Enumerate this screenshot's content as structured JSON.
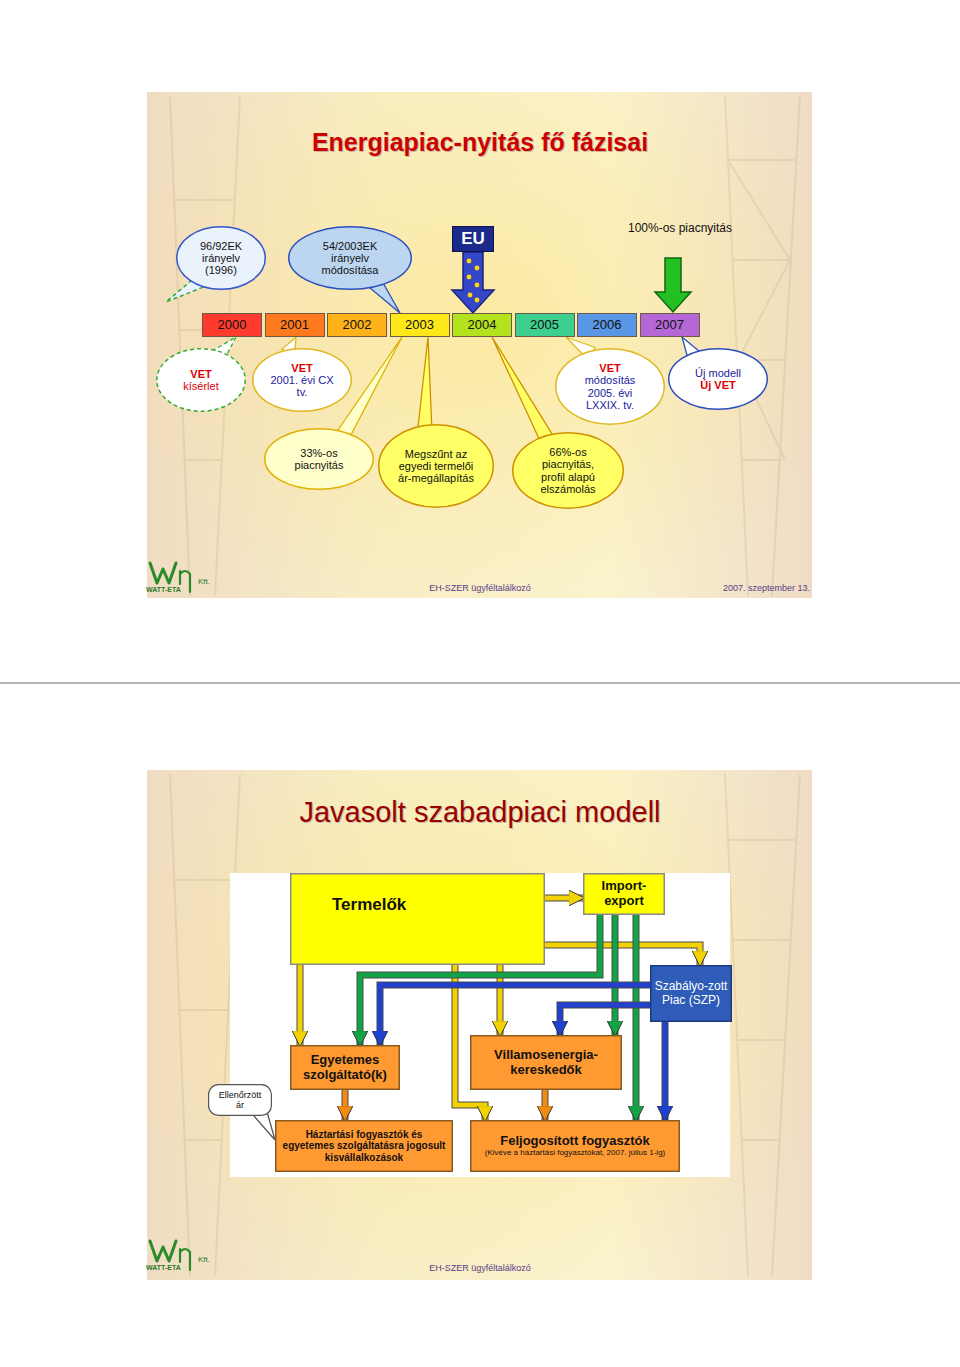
{
  "diagram": {
    "title": "Energiapiac-nyitás fő fázisai",
    "nodes": [
      {
        "text": [
          "96/92EK irányelv (1996)"
        ]
      },
      {
        "text": [
          "54/2003EK irányelv módosítása"
        ]
      },
      {
        "text": [
          "EU"
        ]
      },
      {
        "text": [
          "2000"
        ]
      },
      {
        "text": [
          "2001"
        ]
      },
      {
        "text": [
          "2002"
        ]
      },
      {
        "text": [
          "2003"
        ]
      },
      {
        "text": [
          "2004"
        ]
      },
      {
        "text": [
          "2005"
        ]
      },
      {
        "text": [
          "2006"
        ]
      },
      {
        "text": [
          "2007"
        ]
      },
      {
        "text": [
          "VET",
          "kísérlet"
        ]
      },
      {
        "text": [
          "VET",
          "2001. évi CX tv."
        ]
      },
      {
        "text": [
          "VET",
          "módosítás 2005. évi LXXIX. tv."
        ]
      },
      {
        "text": [
          "Új modell",
          "Új VET"
        ]
      },
      {
        "text": [
          "33%-os piacnyitás"
        ]
      },
      {
        "text": [
          "Megszűnt az egyedi termelői ár-megállapítás"
        ]
      },
      {
        "text": [
          "66%-os piacnyitás, profil alapú elszámolás"
        ]
      },
      {
        "text": [
          "Termelők"
        ]
      },
      {
        "text": [
          "Import-export"
        ]
      },
      {
        "text": [
          "Szabályo-zott Piac (SZP)"
        ]
      },
      {
        "text": [
          "Egyetemes szolgáltató(k)"
        ]
      },
      {
        "text": [
          "Villamosenergia-kereskedők"
        ]
      },
      {
        "text": [
          "Ellenőrzött ár"
        ]
      },
      {
        "text": [
          "Háztartási fogyasztók és egyetemes szolgáltatásra jogosult kisvállalkozások"
        ]
      },
      {
        "text": [
          "Feljogosított fogyasztók",
          "(Kivéve a háztartási fogyasztókat, 2007. július 1-ig)"
        ]
      }
    ],
    "edges": [
      {
        "from": 1,
        "to": 6,
        "arrow": "none"
      },
      {
        "from": 11,
        "to": 3,
        "arrow": "none"
      },
      {
        "from": 12,
        "to": 4,
        "arrow": "none"
      },
      {
        "from": 13,
        "to": 8,
        "arrow": "none"
      },
      {
        "from": 14,
        "to": 10,
        "arrow": "none"
      },
      {
        "from": 15,
        "to": 6,
        "arrow": "none"
      },
      {
        "from": 16,
        "to": 6,
        "arrow": "none"
      },
      {
        "from": 17,
        "to": 7,
        "arrow": "none"
      },
      {
        "from": 18,
        "to": 19,
        "arrow": "to"
      },
      {
        "from": 18,
        "to": 21,
        "arrow": "to"
      },
      {
        "from": 18,
        "to": 22,
        "arrow": "to"
      },
      {
        "from": 18,
        "to": 25,
        "arrow": "to"
      },
      {
        "from": 18,
        "to": 20,
        "arrow": "to"
      },
      {
        "from": 19,
        "to": 21,
        "arrow": "to"
      },
      {
        "from": 19,
        "to": 22,
        "arrow": "to"
      },
      {
        "from": 19,
        "to": 25,
        "arrow": "to"
      },
      {
        "from": 20,
        "to": 21,
        "arrow": "to"
      },
      {
        "from": 20,
        "to": 22,
        "arrow": "to"
      },
      {
        "from": 20,
        "to": 25,
        "arrow": "to"
      },
      {
        "from": 21,
        "to": 24,
        "arrow": "to"
      },
      {
        "from": 22,
        "to": 25,
        "arrow": "to"
      },
      {
        "from": 23,
        "to": 24,
        "arrow": "none"
      }
    ],
    "labels": [
      "100%-os piacnyitás",
      "WATT-ETA",
      "Kft.",
      "EH-SZER ügyféltalálkozó",
      "2007. szeptember 13.",
      "Javasolt szabadpiaci modell",
      "WATT-ETA",
      "Kft.",
      "EH-SZER ügyféltalálkozó"
    ]
  }
}
